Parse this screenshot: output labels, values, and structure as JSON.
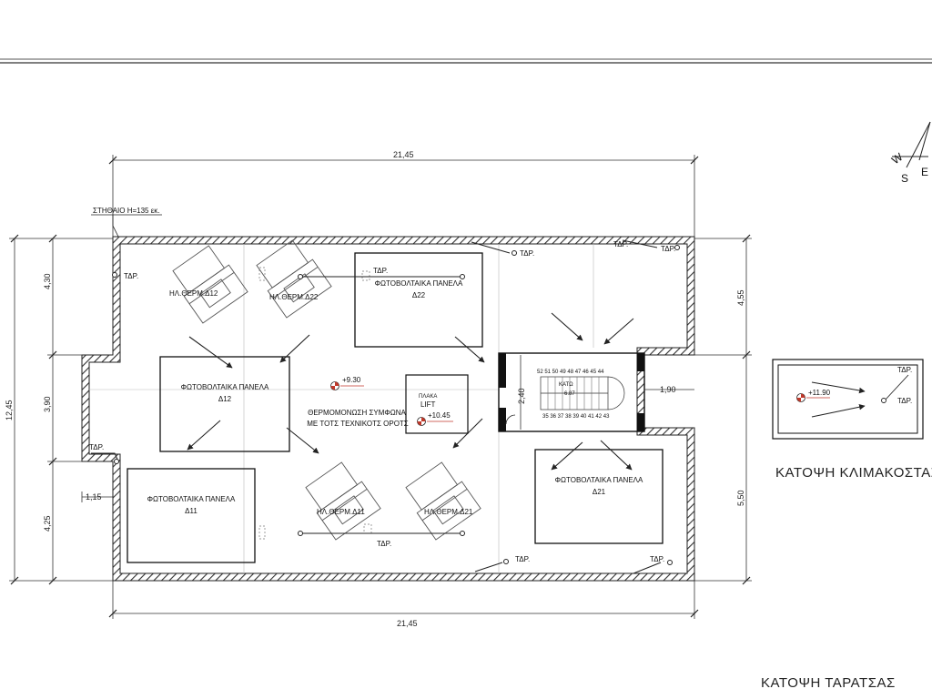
{
  "dimensions": {
    "top_width": "21,45",
    "bottom_width": "21,45",
    "left_total": "12,45",
    "left_upper": "4,30",
    "left_middle": "3,90",
    "left_lower": "4,25",
    "right_upper": "4,55",
    "right_lower": "5,50",
    "offset_left": "1,15",
    "stair_offset": "1,90",
    "stair_height": "2,40"
  },
  "parapet_note": "ΣΤΗΘΑΙΟ Η=135 εκ.",
  "solar_panels": {
    "d12": {
      "line1": "ΦΩΤΟΒΟΛΤΑΙΚΑ ΠΑΝΕΛΑ",
      "line2": "Δ12"
    },
    "d22": {
      "line1": "ΦΩΤΟΒΟΛΤΑΙΚΑ ΠΑΝΕΛΑ",
      "line2": "Δ22"
    },
    "d11": {
      "line1": "ΦΩΤΟΒΟΛΤΑΙΚΑ ΠΑΝΕΛΑ",
      "line2": "Δ11"
    },
    "d21": {
      "line1": "ΦΩΤΟΒΟΛΤΑΙΚΑ ΠΑΝΕΛΑ",
      "line2": "Δ21"
    }
  },
  "heaters": {
    "d12": "ΗΛ.ΘΕΡΜ.Δ12",
    "d22": "ΗΛ.ΘΕΡΜ.Δ22",
    "d11": "ΗΛ.ΘΕΡΜ.Δ11",
    "d21": "ΗΛ.ΘΕΡΜ.Δ21"
  },
  "drain_label": "ΤΔΡ.",
  "level_main": "+9.30",
  "level_lift": "+10.45",
  "level_stair": "+11.90",
  "insulation_note": {
    "line1": "ΘΕΡΜΟΜΟΝΩΣΗ ΣΥΜΦΩΝΑ",
    "line2": "ΜΕ ΤΟΤΣ ΤΕΧΝΙΚΟΤΣ ΟΡΟΤΣ"
  },
  "lift": {
    "slab": "ΠΛΑΚΑ",
    "name": "LIFT"
  },
  "stairs": {
    "top_numbers": "52 51 50 49 48 47 46 45 44",
    "bottom_numbers": "35 36 37 38 39 40 41 42 43",
    "direction": "ΚΑΤΩ",
    "count": "6.87"
  },
  "compass": {
    "w": "W",
    "s": "S",
    "e": "E"
  },
  "titles": {
    "stair_plan": "ΚΑΤΟΨΗ ΚΛΙΜΑΚΟΣΤΑΣ",
    "roof_plan": "ΚΑΤΟΨΗ ΤΑΡΑΤΣΑΣ"
  }
}
